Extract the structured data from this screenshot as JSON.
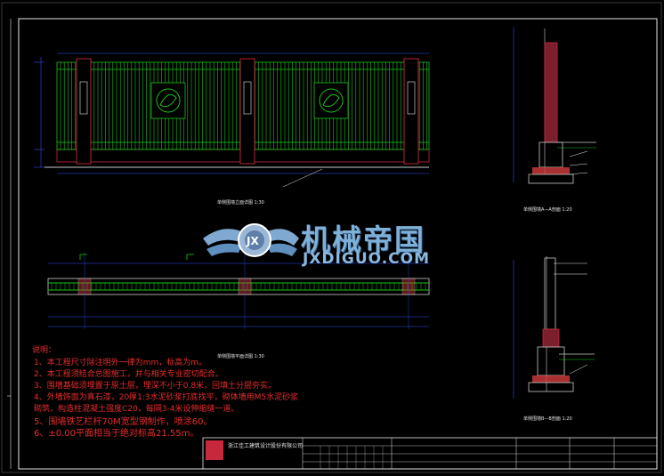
{
  "drawing": {
    "colors": {
      "background": "#000000",
      "frame": "#e6e6e6",
      "fence": "#19c319",
      "pillar": "#c8283c",
      "dimension": "#2f4cf0",
      "notes": "#e62c2c",
      "hatch": "#d23c3c",
      "watermark": "#7fb0d8"
    },
    "captions": {
      "elevation": "单侧围墙立面详图 1:30",
      "plan": "单侧围墙平面详图 1:30",
      "section_a": "单侧围墙A—A剖面 1:20",
      "section_b": "单侧围墙B—B剖面 1:20"
    }
  },
  "notes": {
    "title": "说明：",
    "items": [
      "1、本工程尺寸除注明外一律为mm，标高为m。",
      "2、本工程须结合总图施工，并与相关专业密切配合。",
      "3、围墙基础须埋置于原土层，埋深不小于0.8米，回填土分层夯实。",
      "4、外墙饰面为真石漆，20厚1:3水泥砂浆打底找平，砌体墙用M5水泥砂浆",
      "   砌筑，构造柱混凝土强度C20，每隔3-4米设伸缩缝一道。",
      "5、围墙铁艺栏杆70M宽型钢制作，喷涂60。",
      "6、±0.00平面相当于绝对标高21.55m。"
    ]
  },
  "watermark": {
    "cn": "机械帝国",
    "en": "JXDIGUO.COM",
    "logo_icon": "winged-gear-logo"
  },
  "title_block": {
    "company": "浙江佳工建筑设计股份有限公司"
  }
}
